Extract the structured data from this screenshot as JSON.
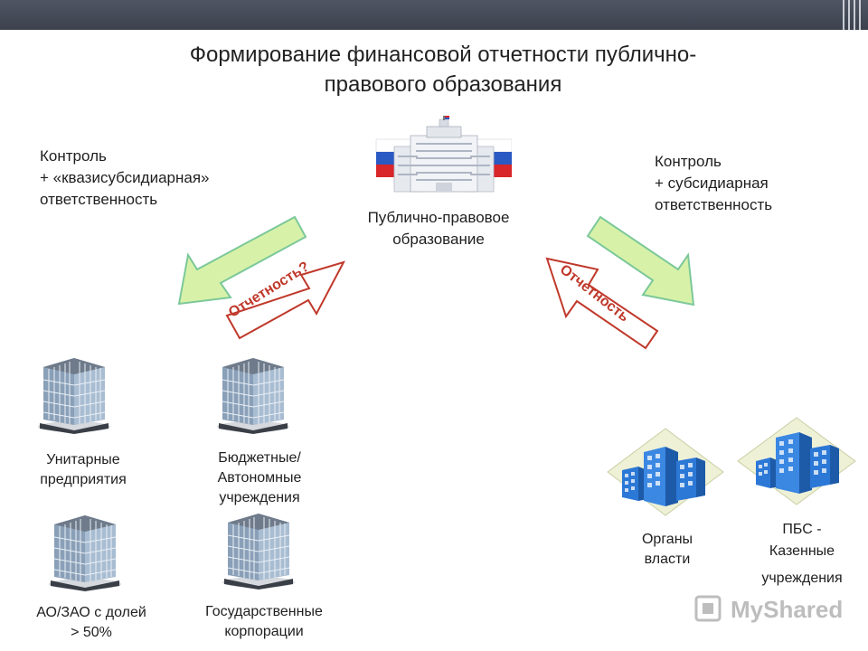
{
  "title": {
    "line1": "Формирование финансовой отчетности публично-",
    "line2": "правового образования"
  },
  "left_control": {
    "line1": "Контроль",
    "line2": "+ «квазисубсидиарная»",
    "line3": "ответственность"
  },
  "right_control": {
    "line1": "Контроль",
    "line2": "+ субсидиарная",
    "line3": "ответственность"
  },
  "center_entity": {
    "line1": "Публично-правовое",
    "line2": "образование"
  },
  "reporting_left": "Отчетность?",
  "reporting_right": "Отчетность",
  "entities": {
    "unitary": {
      "line1": "Унитарные",
      "line2": "предприятия"
    },
    "budget": {
      "line1": "Бюджетные/",
      "line2": "Автономные",
      "line3": "учреждения"
    },
    "jsc": {
      "line1": "АО/ЗАО с долей",
      "line2": "> 50%"
    },
    "state_corp": {
      "line1": "Государственные",
      "line2": "корпорации"
    },
    "authorities": {
      "line1": "Органы",
      "line2": "власти"
    },
    "pbs": {
      "line1": "ПБС -",
      "line2": "Казенные",
      "line3": "учреждения"
    }
  },
  "watermark": "MyShared",
  "colors": {
    "arrow_fill": "#d7f2a8",
    "arrow_stroke": "#7cc89a",
    "badge_text": "#c0392b",
    "badge_stroke": "#c0392b",
    "building_blue": "#2c78d6",
    "topbar": "#454a57"
  },
  "icons": [
    "government-building-icon",
    "office-tower-icon",
    "city-buildings-icon"
  ]
}
